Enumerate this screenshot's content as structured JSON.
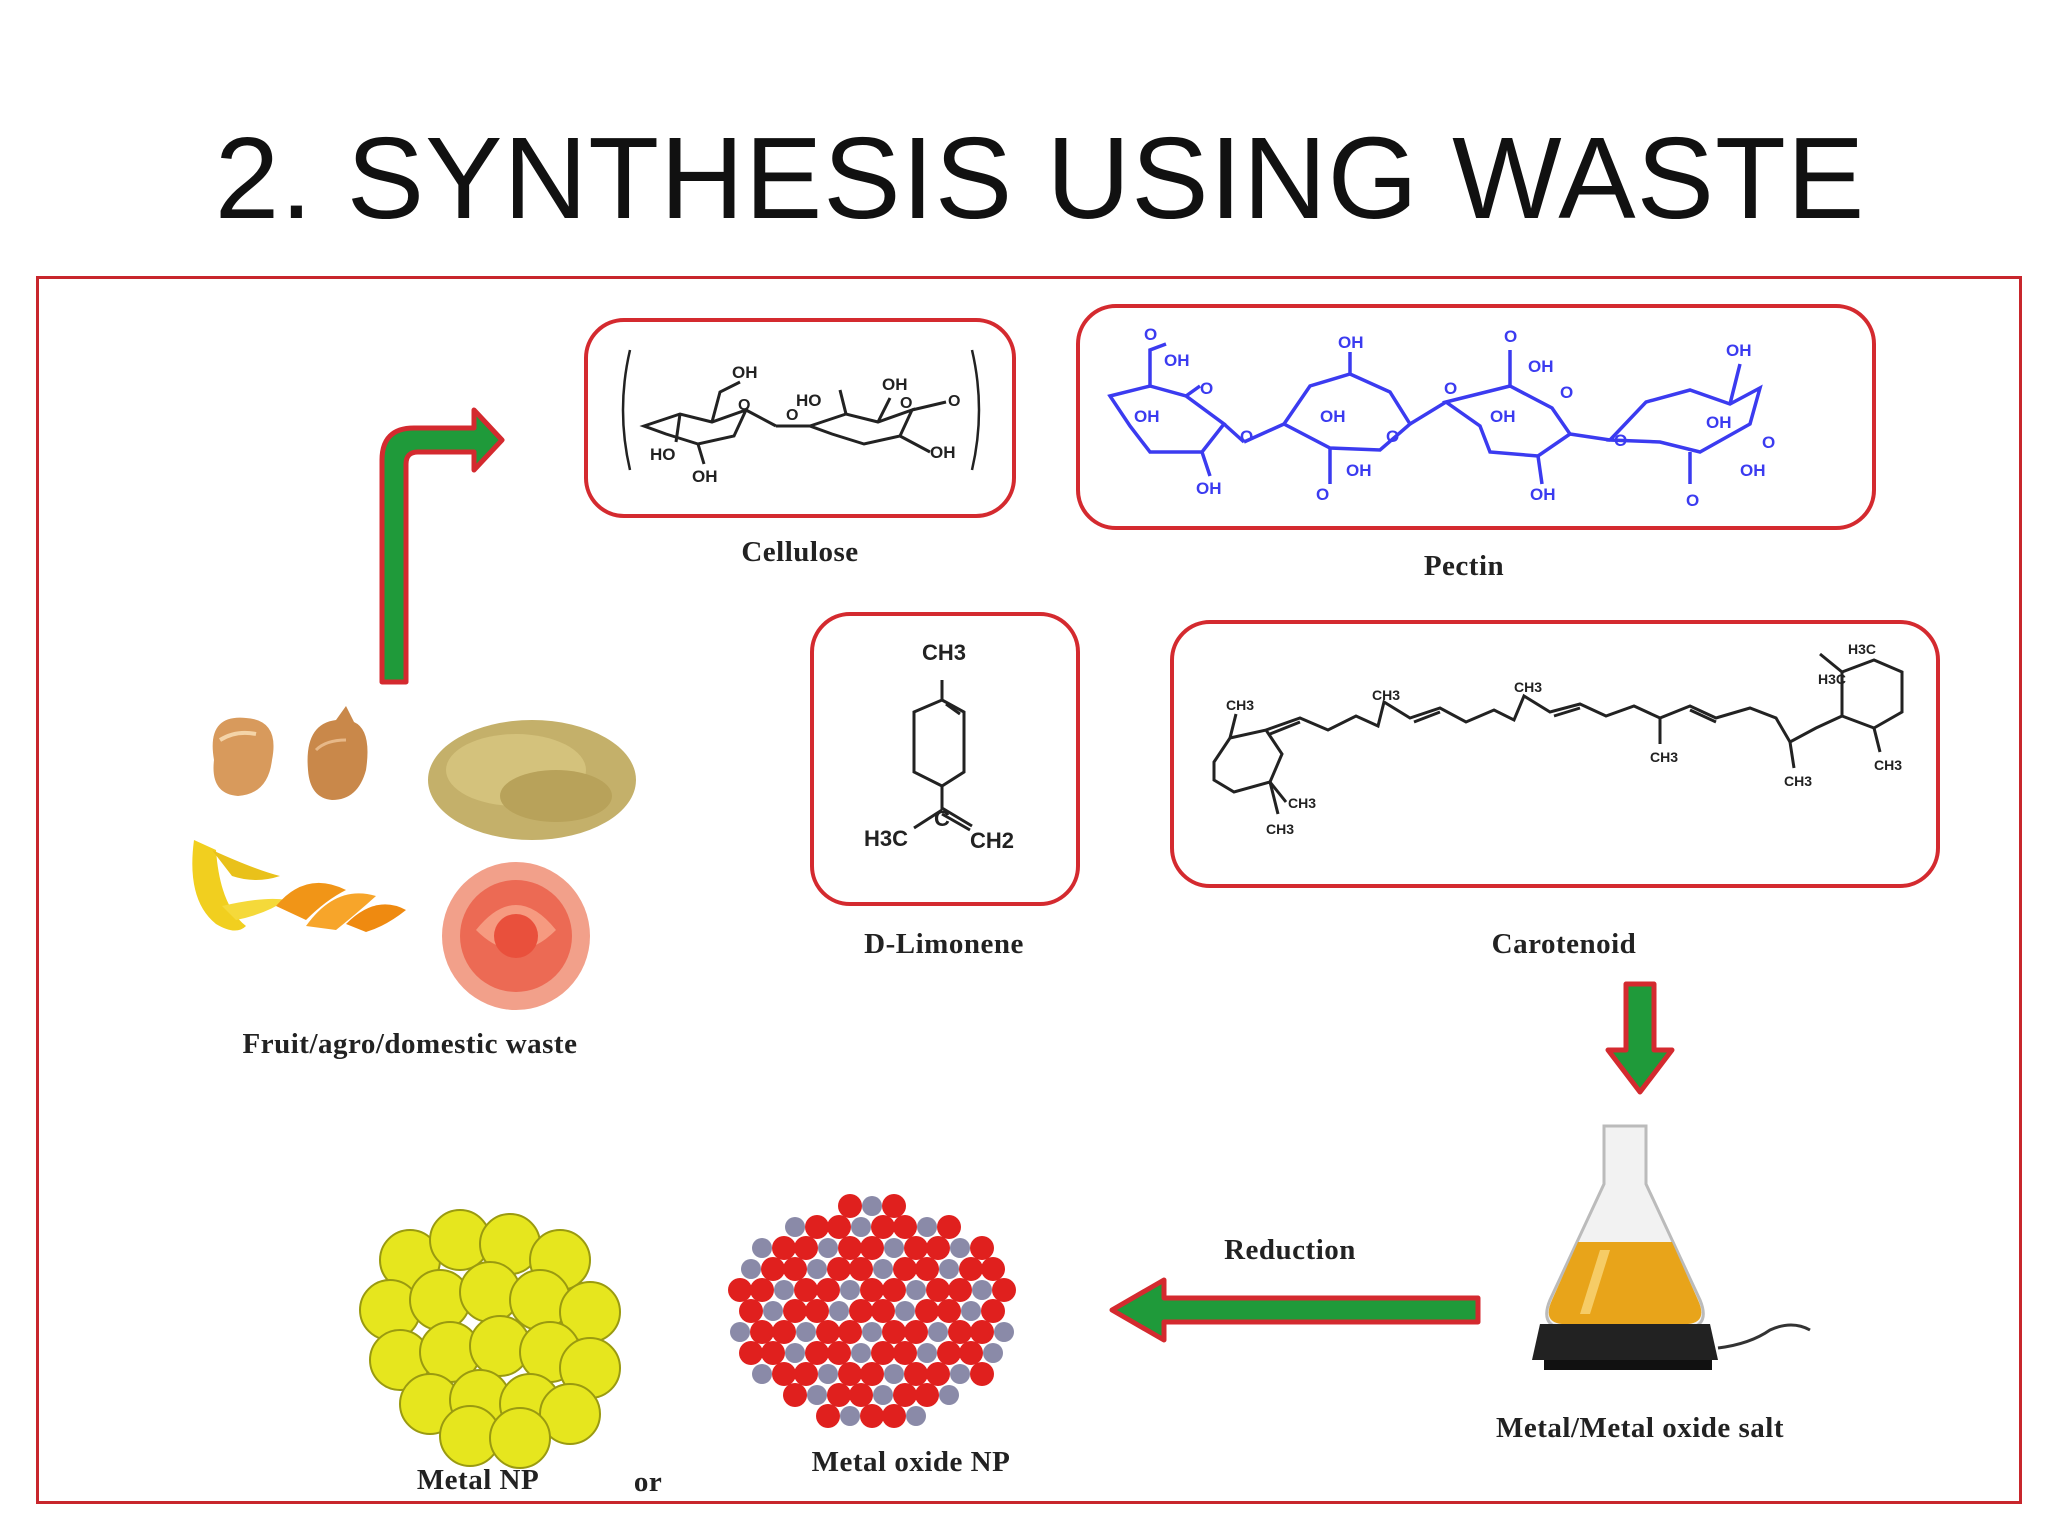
{
  "slide": {
    "title": "2. SYNTHESIS USING WASTE"
  },
  "diagram": {
    "waste_label": "Fruit/agro/domestic waste",
    "cellulose_label": "Cellulose",
    "pectin_label": "Pectin",
    "limonene_label": "D-Limonene",
    "carotenoid_label": "Carotenoid",
    "salt_label": "Metal/Metal oxide salt",
    "reduction_label": "Reduction",
    "metal_np_label": "Metal NP",
    "or_label": "or",
    "metal_oxide_np_label": "Metal oxide NP"
  },
  "chem_text": {
    "oh": "OH",
    "ho": "HO",
    "o": "O",
    "ch3": "CH3",
    "h3c": "H3C",
    "ch2": "CH2",
    "c": "C"
  },
  "colors": {
    "frame": "#c8262c",
    "arrow_fill": "#1f9a3a",
    "arrow_border": "#d42a2f",
    "pectin": "#3b3bf0",
    "metal_np": "#e6e61e",
    "oxide_red": "#e0201e",
    "oxide_gray": "#8a8aa8",
    "oil": "#e8a41a"
  }
}
